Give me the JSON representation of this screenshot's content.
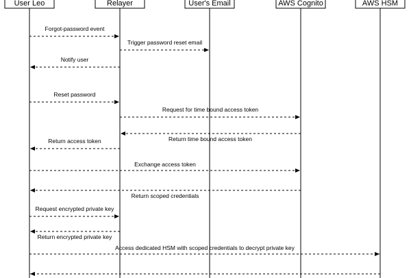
{
  "actors": [
    {
      "id": "user",
      "label": "User Leo"
    },
    {
      "id": "relayer",
      "label": "Relayer"
    },
    {
      "id": "email",
      "label": "User's Email"
    },
    {
      "id": "cognito",
      "label": "AWS Cognito"
    },
    {
      "id": "hsm",
      "label": "AWS HSM"
    }
  ],
  "messages": [
    {
      "from": "user",
      "to": "relayer",
      "label": "Forgot-password event"
    },
    {
      "from": "relayer",
      "to": "email",
      "label": "Trigger password reset email"
    },
    {
      "from": "relayer",
      "to": "user",
      "label": "Notify user"
    },
    {
      "from": "user",
      "to": "relayer",
      "label": "Reset password"
    },
    {
      "from": "relayer",
      "to": "cognito",
      "label": "Request for time bound access token"
    },
    {
      "from": "cognito",
      "to": "relayer",
      "label": "Return time bound access token"
    },
    {
      "from": "relayer",
      "to": "user",
      "label": "Return access token"
    },
    {
      "from": "user",
      "to": "cognito",
      "label": "Exchange access token"
    },
    {
      "from": "cognito",
      "to": "user",
      "label": "Return scoped credentials"
    },
    {
      "from": "user",
      "to": "relayer",
      "label": "Request encrypted private key"
    },
    {
      "from": "relayer",
      "to": "user",
      "label": "Return encrypted private key"
    },
    {
      "from": "user",
      "to": "hsm",
      "label": "Access dedicated HSM with scoped credentials to decrypt private key"
    },
    {
      "from": "hsm",
      "to": "user",
      "label": ""
    }
  ]
}
